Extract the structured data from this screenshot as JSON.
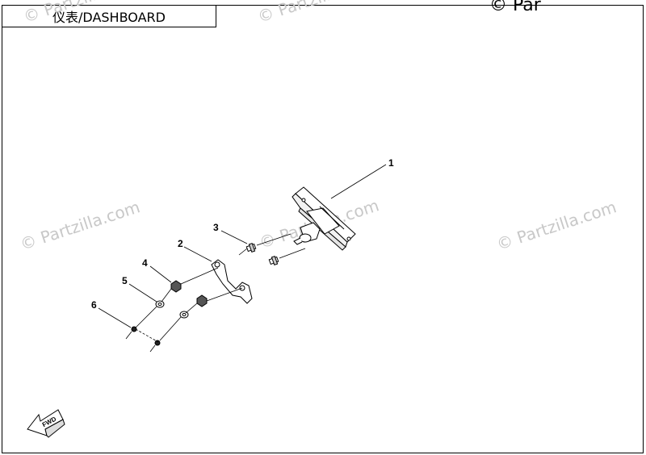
{
  "title": "仪表/DASHBOARD",
  "watermark": {
    "text": "© Partzilla.com",
    "corner_text": "© Par"
  },
  "callouts": [
    "1",
    "2",
    "3",
    "4",
    "5",
    "6"
  ],
  "fwd_label": "FWD",
  "colors": {
    "line": "#000000",
    "watermark": "#c8c8c8",
    "background": "#ffffff"
  }
}
